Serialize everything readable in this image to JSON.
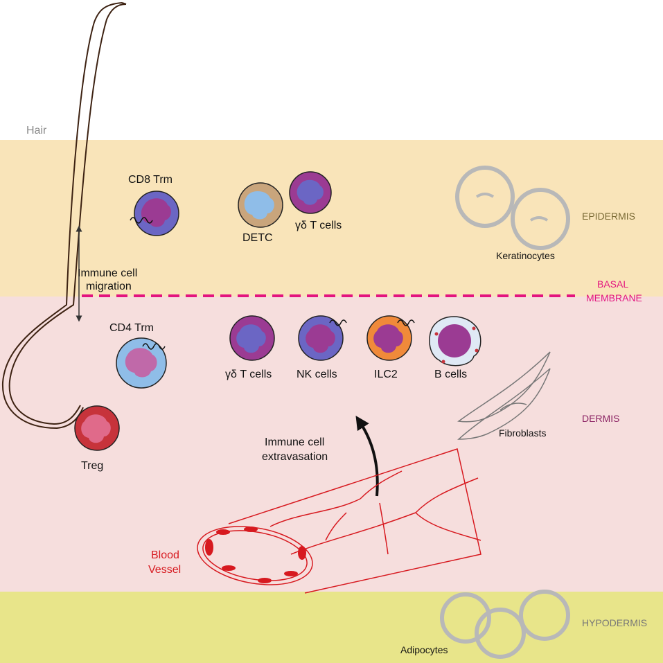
{
  "layers": {
    "epidermis": "EPIDERMIS",
    "basal_line1": "BASAL",
    "basal_line2": "MEMBRANE",
    "dermis": "DERMIS",
    "hypodermis": "HYPODERMIS"
  },
  "labels": {
    "hair": "Hair",
    "cd8_trm": "CD8 Trm",
    "detc": "DETC",
    "gd_t_cells_epi": "γδ T cells",
    "keratinocytes": "Keratinocytes",
    "migration_line1": "Immune cell",
    "migration_line2": "migration",
    "cd4_trm": "CD4 Trm",
    "gd_t_cells_derm": "γδ T cells",
    "nk_cells": "NK cells",
    "ilc2": "ILC2",
    "b_cells": "B cells",
    "fibroblasts": "Fibroblasts",
    "treg": "Treg",
    "extravasation_line1": "Immune cell",
    "extravasation_line2": "extravasation",
    "blood_line1": "Blood",
    "blood_line2": "Vessel",
    "adipocytes": "Adipocytes"
  },
  "colors": {
    "epidermis_bg": "#f9e4b9",
    "dermis_bg": "#f6dedd",
    "hypodermis_bg": "#e8e58a",
    "basal_membrane": "#e3147e",
    "layer_label_brown": "#7a6a35",
    "layer_label_purple": "#8b2263",
    "layer_label_gray": "#777777",
    "blood_vessel": "#d7191f",
    "hair": "#3d2212",
    "gray_cells": "#b8b8b8",
    "cell_purple": "#9b3b93",
    "cell_blue": "#6b66c4",
    "cell_lightblue": "#8fbde8",
    "cell_orange": "#f08a3a",
    "cell_red": "#c7333b",
    "cell_tan": "#c9a57c"
  }
}
